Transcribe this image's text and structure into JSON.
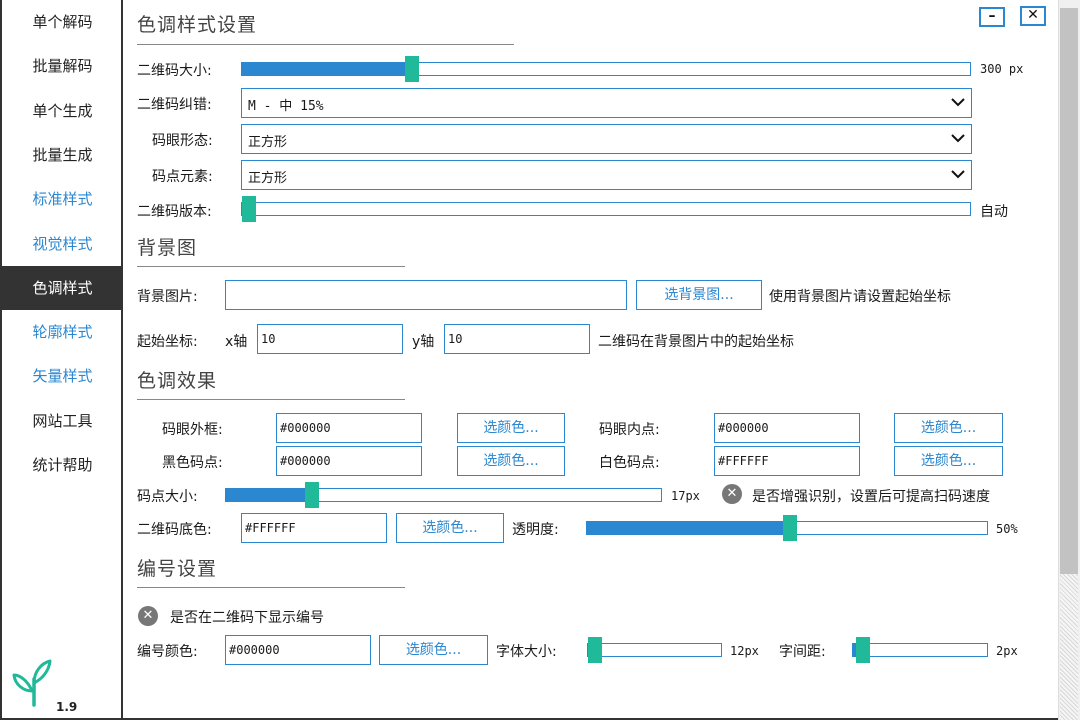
{
  "sidebar": {
    "items": [
      {
        "label": "单个解码",
        "state": "normal"
      },
      {
        "label": "批量解码",
        "state": "normal"
      },
      {
        "label": "单个生成",
        "state": "normal"
      },
      {
        "label": "批量生成",
        "state": "normal"
      },
      {
        "label": "标准样式",
        "state": "blue"
      },
      {
        "label": "视觉样式",
        "state": "blue"
      },
      {
        "label": "色调样式",
        "state": "active"
      },
      {
        "label": "轮廓样式",
        "state": "blue"
      },
      {
        "label": "矢量样式",
        "state": "blue"
      },
      {
        "label": "网站工具",
        "state": "normal"
      },
      {
        "label": "统计帮助",
        "state": "normal"
      }
    ],
    "version": "1.9",
    "logo_icon": "sprout-icon"
  },
  "window": {
    "minimize": "–",
    "close": "✕"
  },
  "colors": {
    "accent": "#2b87d0",
    "thumb": "#20b999",
    "active_bg": "#333333"
  },
  "tone_style": {
    "title": "色调样式设置",
    "size_label": "二维码大小:",
    "size_value": "300 px",
    "size_fraction": 0.23,
    "ecc_label": "二维码纠错:",
    "ecc_value": "M  - 中 15%",
    "eye_shape_label": "码眼形态:",
    "eye_shape_value": "正方形",
    "dot_element_label": "码点元素:",
    "dot_element_value": "正方形",
    "version_label": "二维码版本:",
    "version_value": "自动",
    "version_fraction": 0.0
  },
  "background": {
    "title": "背景图",
    "image_label": "背景图片:",
    "image_value": "",
    "choose_button": "选背景图...",
    "image_hint": "使用背景图片请设置起始坐标",
    "coord_label": "起始坐标:",
    "x_label": "x轴",
    "x_value": "10",
    "y_label": "y轴",
    "y_value": "10",
    "coord_hint": "二维码在背景图片中的起始坐标"
  },
  "tone_effect": {
    "title": "色调效果",
    "eye_outer_label": "码眼外框:",
    "eye_outer_value": "#000000",
    "eye_inner_label": "码眼内点:",
    "eye_inner_value": "#000000",
    "black_dot_label": "黑色码点:",
    "black_dot_value": "#000000",
    "white_dot_label": "白色码点:",
    "white_dot_value": "#FFFFFF",
    "pick_color": "选颜色...",
    "dot_size_label": "码点大小:",
    "dot_size_value": "17px",
    "dot_size_fraction": 0.19,
    "enhance_label": "是否增强识别，设置后可提高扫码速度",
    "bg_color_label": "二维码底色:",
    "bg_color_value": "#FFFFFF",
    "opacity_label": "透明度:",
    "opacity_value": "50%",
    "opacity_fraction": 0.5
  },
  "numbering": {
    "title": "编号设置",
    "show_label": "是否在二维码下显示编号",
    "color_label": "编号颜色:",
    "color_value": "#000000",
    "pick_color": "选颜色...",
    "font_size_label": "字体大小:",
    "font_size_value": "12px",
    "font_size_fraction": 0.0,
    "spacing_label": "字间距:",
    "spacing_value": "2px",
    "spacing_fraction": 0.05
  }
}
